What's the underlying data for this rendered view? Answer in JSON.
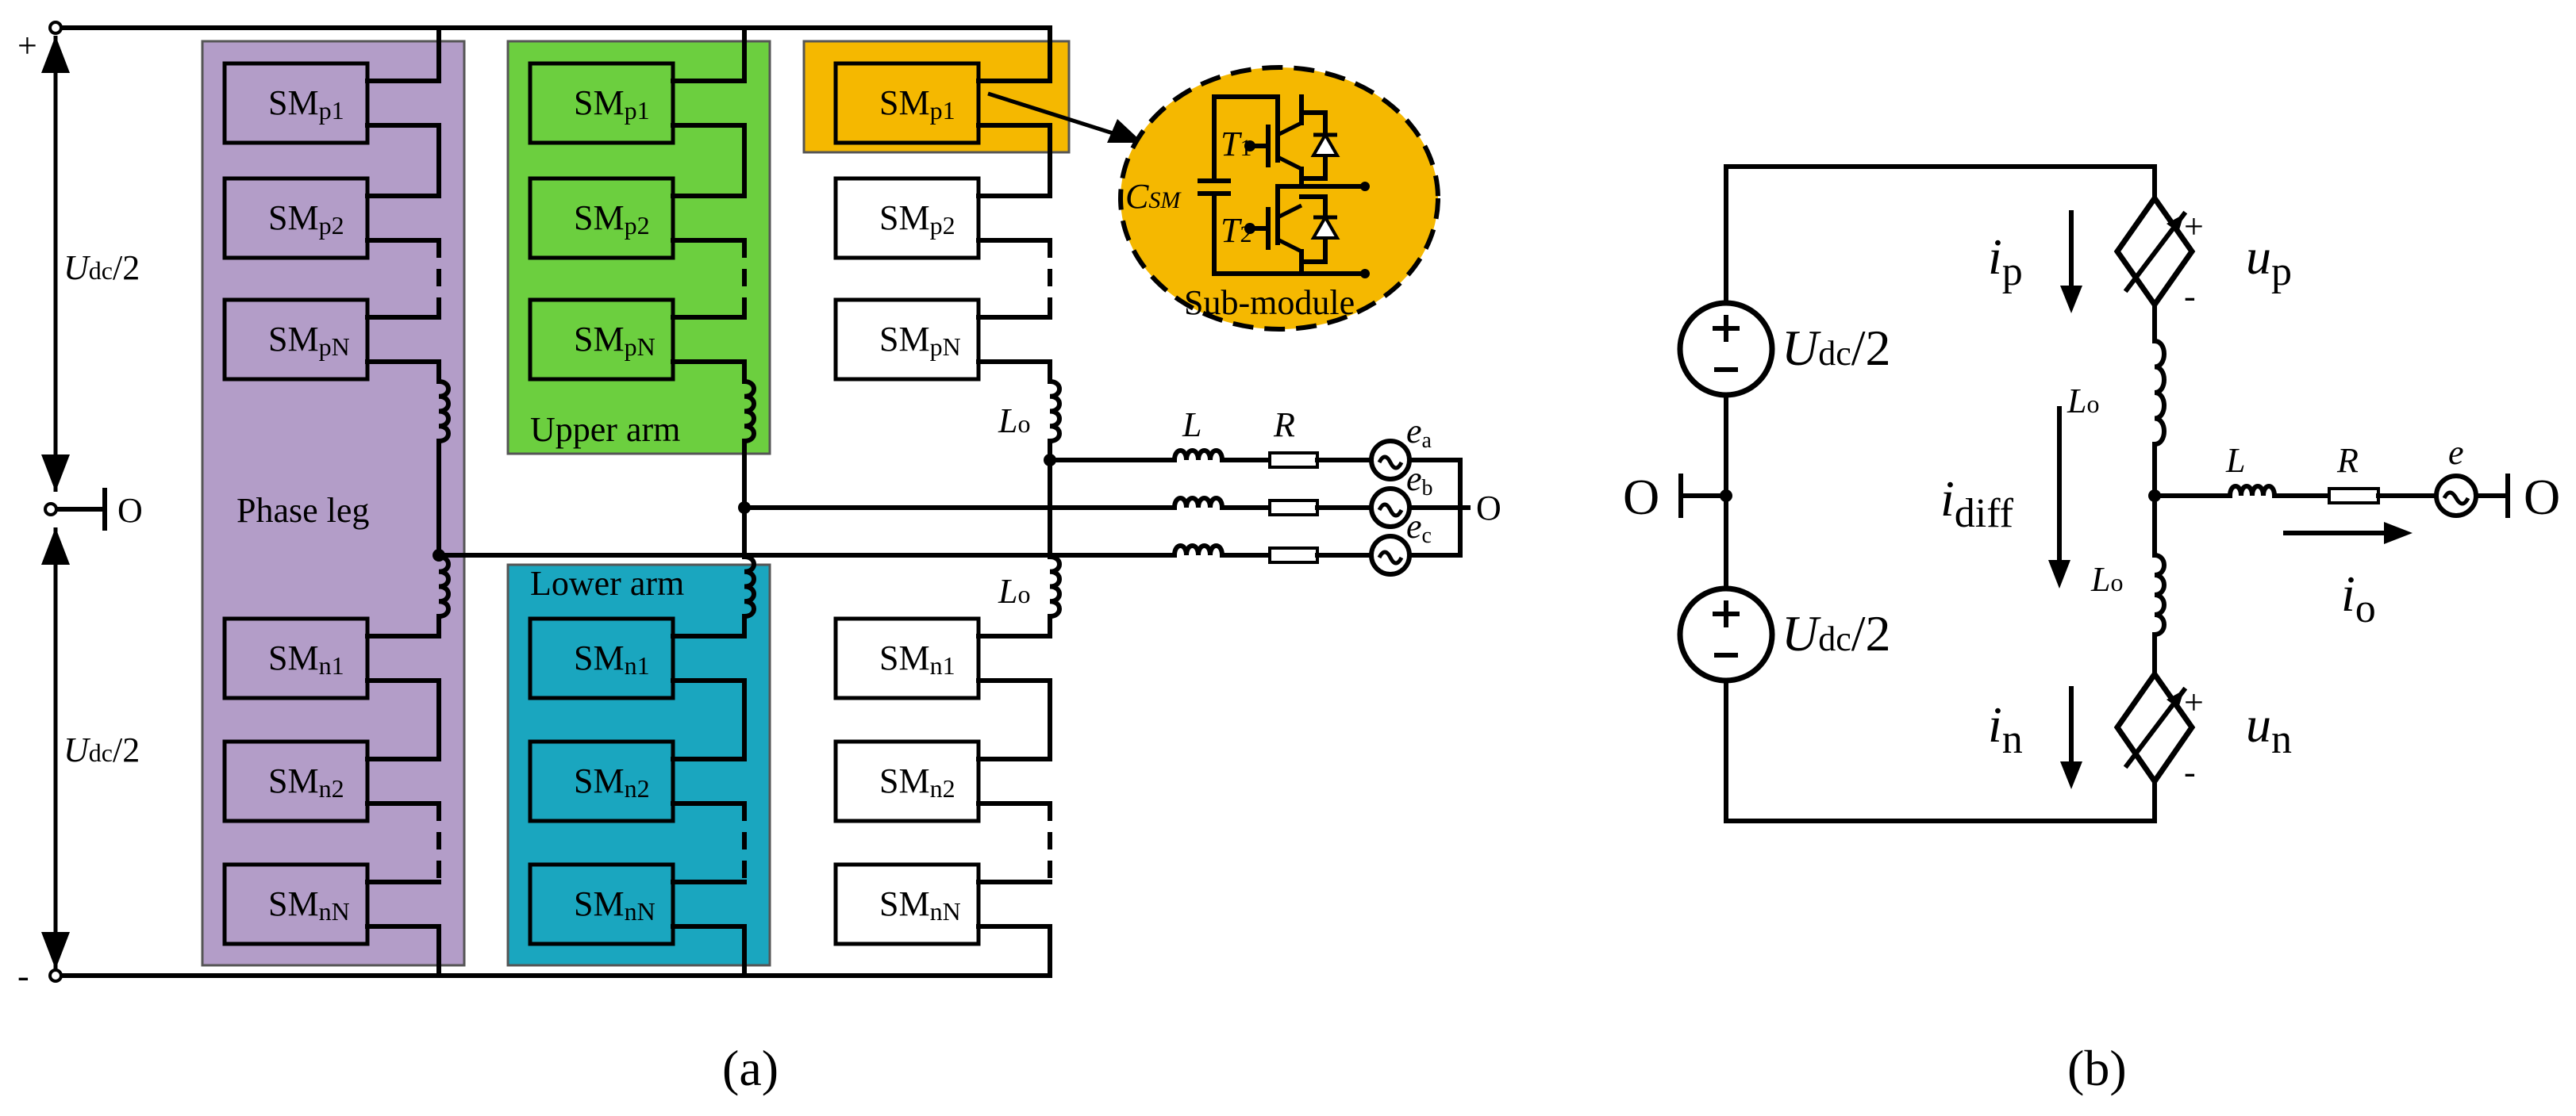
{
  "colors": {
    "phase_leg": "#b39dc8",
    "upper_arm": "#6ccf3f",
    "lower_arm": "#1aa6bf",
    "submodule": "#f5b800",
    "white": "#ffffff",
    "wire": "#000000"
  },
  "panel_a": {
    "plus": "+",
    "minus": "-",
    "udc_main": "U",
    "udc_sub": "dc",
    "udc_tail": "/2",
    "mid_label": "O",
    "phase_leg": "Phase leg",
    "upper_arm": "Upper arm",
    "lower_arm": "Lower arm",
    "sm_main": "SM",
    "upper_subs": [
      "p1",
      "p2",
      "pN"
    ],
    "lower_subs": [
      "n1",
      "n2",
      "nN"
    ],
    "l0_main": "L",
    "l0_sub": "o",
    "L": "L",
    "R": "R",
    "e_main": "e",
    "e_subs": [
      "a",
      "b",
      "c"
    ],
    "out_node": "O",
    "sub_module": {
      "title": "Sub-module",
      "c_main": "C",
      "c_sub": "SM",
      "t1_main": "T",
      "t1_sub": "1",
      "t2_main": "T",
      "t2_sub": "2"
    }
  },
  "panel_b": {
    "udc_main": "U",
    "udc_sub": "dc",
    "udc_tail": "/2",
    "O_left": "O",
    "O_right": "O",
    "ip_main": "i",
    "ip_sub": "p",
    "in_main": "i",
    "in_sub": "n",
    "idiff_main": "i",
    "idiff_sub": "diff",
    "io_main": "i",
    "io_sub": "o",
    "up_main": "u",
    "up_sub": "p",
    "un_main": "u",
    "un_sub": "n",
    "l0_main": "L",
    "l0_sub": "o",
    "L": "L",
    "R": "R",
    "e": "e",
    "plus": "+",
    "minus": "-"
  },
  "captions": {
    "a": "(a)",
    "b": "(b)"
  }
}
